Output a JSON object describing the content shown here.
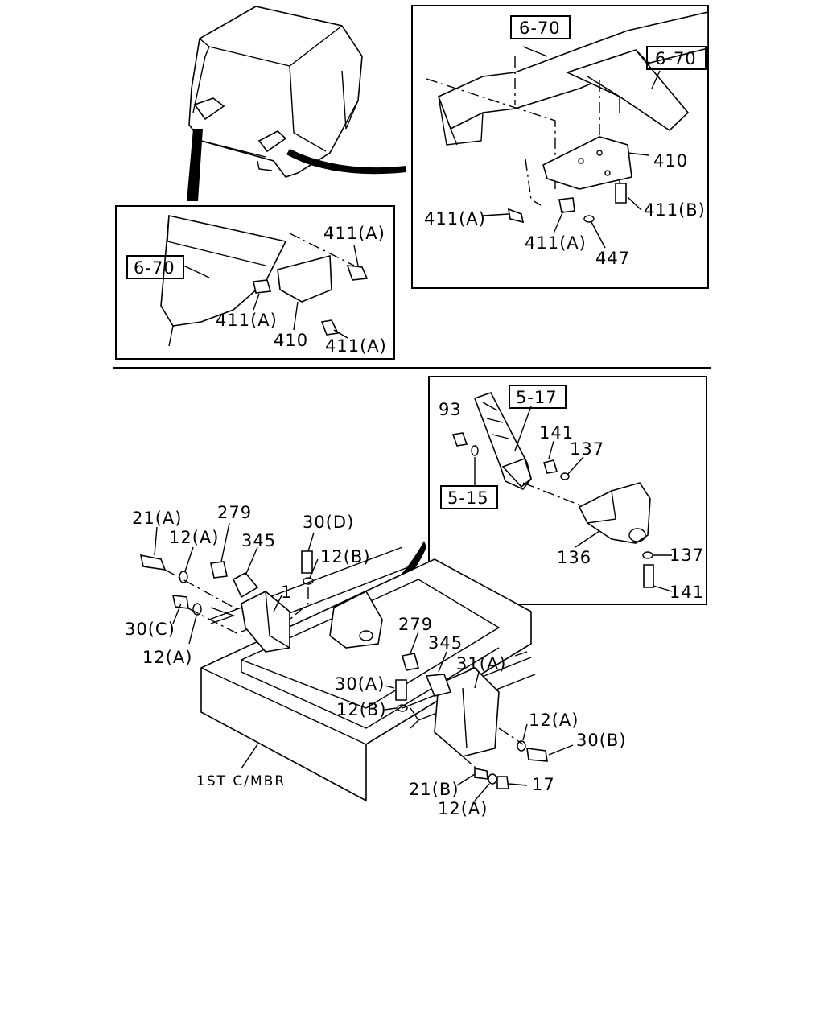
{
  "top_right_panel": {
    "ref_frame_a": "6-70",
    "ref_frame_b": "6-70",
    "label_410": "410",
    "label_411a_left": "411(A)",
    "label_411a_bottom": "411(A)",
    "label_411b": "411(B)",
    "label_447": "447"
  },
  "top_left_panel": {
    "ref_frame": "6-70",
    "label_411a_top": "411(A)",
    "label_411a_left": "411(A)",
    "label_410": "410",
    "label_411a_bottom": "411(A)"
  },
  "mid_right_panel": {
    "ref_5_17": "5-17",
    "ref_5_15": "5-15",
    "label_93": "93",
    "label_141_top": "141",
    "label_137_top": "137",
    "label_136": "136",
    "label_137_bottom": "137",
    "label_141_bottom": "141"
  },
  "main_assembly": {
    "label_21a": "21(A)",
    "label_279_left": "279",
    "label_12a_top": "12(A)",
    "label_345_left": "345",
    "label_30d": "30(D)",
    "label_12b_top": "12(B)",
    "label_1": "1",
    "label_30c": "30(C)",
    "label_12a_left": "12(A)",
    "label_279_right": "279",
    "label_345_right": "345",
    "label_31a": "31(A)",
    "label_30a": "30(A)",
    "label_12b_mid": "12(B)",
    "label_12a_right": "12(A)",
    "label_30b": "30(B)",
    "label_21b": "21(B)",
    "label_17": "17",
    "label_12a_bottom": "12(A)",
    "member_label": "1ST C/MBR"
  }
}
